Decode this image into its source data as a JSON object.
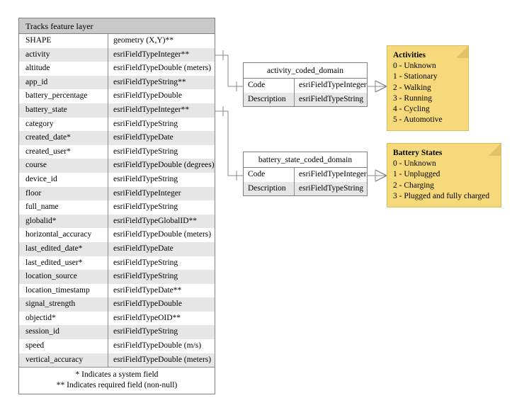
{
  "main_table": {
    "title": "Tracks feature layer",
    "columns": [
      "field",
      "type"
    ],
    "rows": [
      {
        "field": "SHAPE",
        "type": "geometry (X,Y)**"
      },
      {
        "field": "activity",
        "type": "esriFieldTypeInteger**"
      },
      {
        "field": "altitude",
        "type": "esriFieldTypeDouble (meters)"
      },
      {
        "field": "app_id",
        "type": "esriFieldTypeString**"
      },
      {
        "field": "battery_percentage",
        "type": "esriFieldTypeDouble"
      },
      {
        "field": "battery_state",
        "type": "esriFieldTypeInteger**"
      },
      {
        "field": "category",
        "type": "esriFieldTypeString"
      },
      {
        "field": "created_date*",
        "type": "esriFieldTypeDate"
      },
      {
        "field": "created_user*",
        "type": "esriFieldTypeString"
      },
      {
        "field": "course",
        "type": "esriFieldTypeDouble (degrees)"
      },
      {
        "field": "device_id",
        "type": "esriFieldTypeString"
      },
      {
        "field": "floor",
        "type": "esriFieldTypeInteger"
      },
      {
        "field": "full_name",
        "type": "esriFieldTypeString"
      },
      {
        "field": "globalid*",
        "type": "esriFieldTypeGlobalID**"
      },
      {
        "field": "horizontal_accuracy",
        "type": "esriFieldTypeDouble (meters)"
      },
      {
        "field": "last_edited_date*",
        "type": "esriFieldTypeDate"
      },
      {
        "field": "last_edited_user*",
        "type": "esriFieldTypeString"
      },
      {
        "field": "location_source",
        "type": "esriFieldTypeString"
      },
      {
        "field": "location_timestamp",
        "type": "esriFieldTypeDate**"
      },
      {
        "field": "signal_strength",
        "type": "esriFieldTypeDouble"
      },
      {
        "field": "objectid*",
        "type": "esriFieldTypeOID**"
      },
      {
        "field": "session_id",
        "type": "esriFieldTypeString"
      },
      {
        "field": "speed",
        "type": "esriFieldTypeDouble (m/s)"
      },
      {
        "field": "vertical_accuracy",
        "type": "esriFieldTypeDouble (meters)"
      }
    ],
    "footer_line_1": "* Indicates a system field",
    "footer_line_2": "** Indicates required field (non-null)"
  },
  "domain_tables": [
    {
      "title": "activity_coded_domain",
      "rows": [
        {
          "name": "Code",
          "type": "esriFieldTypeInteger"
        },
        {
          "name": "Description",
          "type": "esriFieldTypeString"
        }
      ]
    },
    {
      "title": "battery_state_coded_domain",
      "rows": [
        {
          "name": "Code",
          "type": "esriFieldTypeInteger"
        },
        {
          "name": "Description",
          "type": "esriFieldTypeString"
        }
      ]
    }
  ],
  "notes": [
    {
      "title": "Activities",
      "lines": [
        "0 - Unknown",
        "1 - Stationary",
        "2 - Walking",
        "3 - Running",
        "4 - Cycling",
        "5 - Automotive"
      ]
    },
    {
      "title": "Battery States",
      "lines": [
        "0 - Unknown",
        "1 - Unplugged",
        "2 - Charging",
        "3 - Plugged and fully charged"
      ]
    }
  ],
  "colors": {
    "header_gray": "#c9c9c9",
    "row_alt_gray": "#e6e6e6",
    "note_yellow": "#f6d97a",
    "note_fold": "#e0c269",
    "line_gray": "#808080"
  }
}
